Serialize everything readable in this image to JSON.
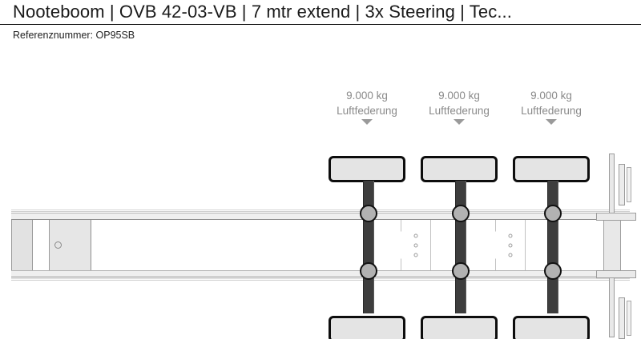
{
  "header": {
    "title": "Nooteboom | OVB 42-03-VB | 7 mtr extend | 3x Steering | Tec...",
    "reference_label": "Referenznummer: OP95SB"
  },
  "diagram": {
    "name": "semi-trailer-top-view",
    "axle_annotations": [
      {
        "capacity": "9.000 kg",
        "suspension": "Luftfederung",
        "marker": "triangle-down-icon"
      },
      {
        "capacity": "9.000 kg",
        "suspension": "Luftfederung",
        "marker": "triangle-down-icon"
      },
      {
        "capacity": "9.000 kg",
        "suspension": "Luftfederung",
        "marker": "triangle-down-icon"
      }
    ],
    "axle_count": 3,
    "kingpin": "kingpin-circle",
    "colors": {
      "tire_fill": "#e4e4e4",
      "tire_stroke": "#0d0d0d",
      "hub_fill": "#b2b2b2",
      "axle_shaft": "#3d3d3d",
      "rail_fill": "#efefef",
      "rail_stroke": "#8d8d8d",
      "label_text": "#8a8a8a",
      "marker": "#9a9a9a",
      "background": "#ffffff",
      "title_text": "#1a1a1a"
    }
  }
}
